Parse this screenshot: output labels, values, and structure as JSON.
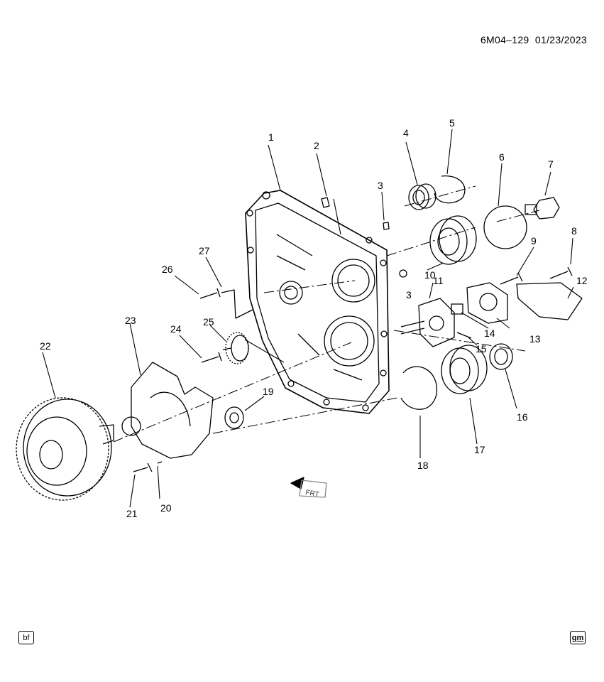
{
  "header": {
    "code": "6M04–129",
    "date": "01/23/2023"
  },
  "corner_left": "bf",
  "corner_right": "gm",
  "direction_label": "FRT",
  "callouts": [
    "1",
    "2",
    "3",
    "3",
    "4",
    "5",
    "6",
    "7",
    "8",
    "9",
    "10",
    "11",
    "12",
    "13",
    "14",
    "15",
    "16",
    "17",
    "18",
    "19",
    "20",
    "21",
    "22",
    "23",
    "24",
    "25",
    "26",
    "27"
  ]
}
